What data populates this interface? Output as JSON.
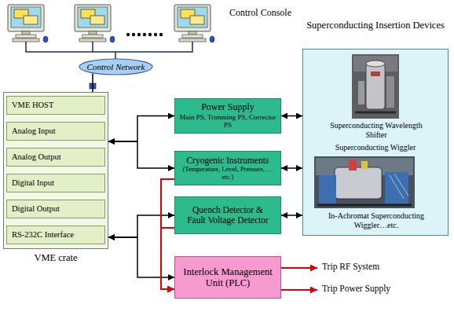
{
  "diagram": {
    "nodes": [
      {
        "text": [
          "Control Network"
        ]
      },
      {
        "text": [
          "VME crate"
        ]
      },
      {
        "text": [
          "VME HOST"
        ],
        "in": 1
      },
      {
        "text": [
          "Analog Input"
        ],
        "in": 1
      },
      {
        "text": [
          "Analog Output"
        ],
        "in": 1
      },
      {
        "text": [
          "Digital Input"
        ],
        "in": 1
      },
      {
        "text": [
          "Digital Output"
        ],
        "in": 1
      },
      {
        "text": [
          "RS-232C Interface"
        ],
        "in": 1
      },
      {
        "text": [
          "Power Supply",
          "Main PS, Trimming PS, Corrector PS"
        ]
      },
      {
        "text": [
          "Cryogenic Instruments",
          "(Temperature, Level, Pressure, …etc.)"
        ]
      },
      {
        "text": [
          "Quench Detector & Fault Voltage Detector"
        ]
      },
      {
        "text": [
          "Interlock Management Unit (PLC)"
        ]
      },
      {
        "text": [
          "Superconducting Insertion Devices",
          "Superconducting Wavelength Shifter",
          "Superconducting Wiggler",
          "In-Achromat Superconducting Wiggler…etc."
        ]
      }
    ],
    "edges": [
      {
        "from": 0,
        "to": 2,
        "arrow": "none"
      },
      {
        "from": 1,
        "to": 8,
        "arrow": "both"
      },
      {
        "from": 1,
        "to": 9,
        "arrow": "both"
      },
      {
        "from": 1,
        "to": 10,
        "arrow": "both"
      },
      {
        "from": 1,
        "to": 11,
        "arrow": "both"
      },
      {
        "from": 8,
        "to": 12,
        "arrow": "both"
      },
      {
        "from": 9,
        "to": 12,
        "arrow": "both"
      },
      {
        "from": 10,
        "to": 12,
        "arrow": "both"
      },
      {
        "from": 9,
        "to": 11,
        "arrow": "to"
      },
      {
        "from": 10,
        "to": 11,
        "arrow": "to"
      }
    ],
    "labels": [
      "Control Console",
      "Trip RF System",
      "Trip Power Supply"
    ]
  }
}
